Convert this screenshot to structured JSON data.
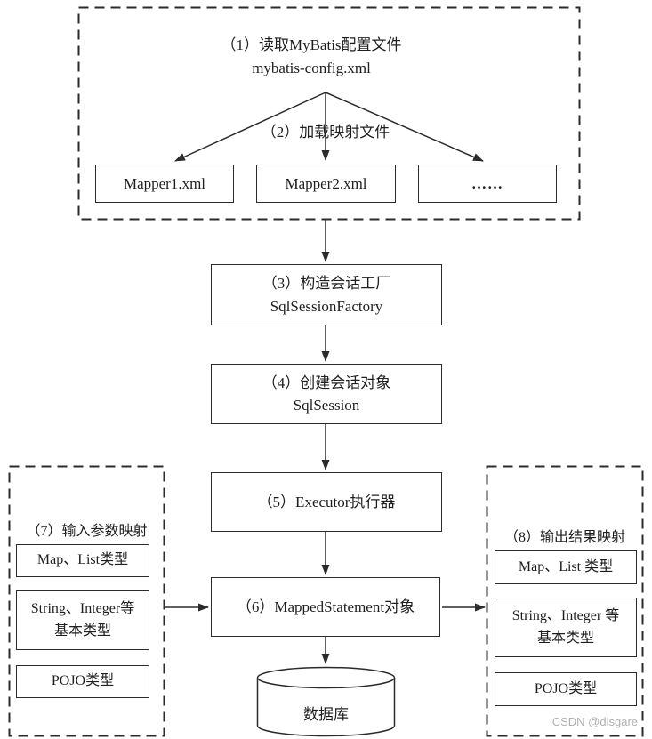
{
  "colors": {
    "line": "#2b2b2b",
    "background": "#ffffff",
    "watermark": "#b0b0b0"
  },
  "step1": {
    "line1": "（1）读取MyBatis配置文件",
    "line2": "mybatis-config.xml"
  },
  "step2": {
    "label": "（2）加载映射文件"
  },
  "mappers": [
    "Mapper1.xml",
    "Mapper2.xml",
    "……"
  ],
  "step3": {
    "line1": "（3）构造会话工厂",
    "line2": "SqlSessionFactory"
  },
  "step4": {
    "line1": "（4）创建会话对象",
    "line2": "SqlSession"
  },
  "step5": {
    "label": "（5）Executor执行器"
  },
  "step6": {
    "label": "（6）MappedStatement对象"
  },
  "input_mapping": {
    "title": "（7）输入参数映射",
    "items": [
      "Map、List类型",
      "String、Integer等\n基本类型",
      "POJO类型"
    ]
  },
  "output_mapping": {
    "title": "（8）输出结果映射",
    "items": [
      "Map、List 类型",
      "String、Integer 等\n基本类型",
      "POJO类型"
    ]
  },
  "database": {
    "label": "数据库"
  },
  "watermark": "CSDN @disgare"
}
